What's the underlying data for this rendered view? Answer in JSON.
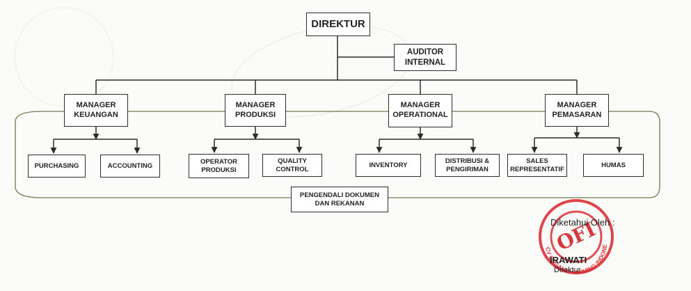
{
  "org": {
    "top": "DIREKTUR",
    "auditor": "AUDITOR\nINTERNAL",
    "managers": [
      {
        "label": "MANAGER\nKEUANGAN",
        "subs": [
          "PURCHASING",
          "ACCOUNTING"
        ]
      },
      {
        "label": "MANAGER\nPRODUKSI",
        "subs": [
          "OPERATOR\nPRODUKSI",
          "QUALITY\nCONTROL"
        ]
      },
      {
        "label": "MANAGER\nOPERATIONAL",
        "subs": [
          "INVENTORY",
          "DISTRIBUSI &\nPENGIRIMAN"
        ]
      },
      {
        "label": "MANAGER\nPEMASARAN",
        "subs": [
          "SALES\nREPRESENTATIF",
          "HUMAS"
        ]
      }
    ],
    "bottom": "PENGENDALI DOKUMEN\nDAN REKANAN"
  },
  "stamp": {
    "acknowledged": "Diketahui Oleh :",
    "name": "IRAWATI",
    "role": "Direktur",
    "seal_text": "CV ORGANIC FARMING INDONESIA",
    "seal_logo": "OFI"
  },
  "colors": {
    "line": "#2b2b2b",
    "loop": "#6c7b4c",
    "stamp": "#d8232a"
  }
}
